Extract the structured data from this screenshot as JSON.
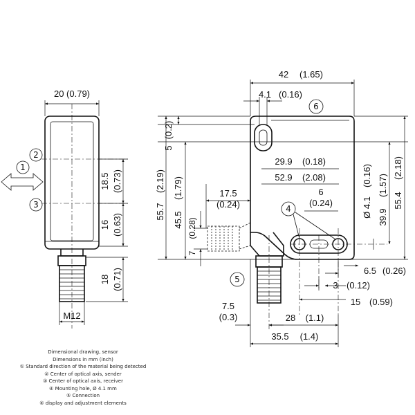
{
  "dimensions": {
    "width_front": "20 (0.79)",
    "height_upper": "18.5",
    "height_upper_in": "(0.73)",
    "height_lower": "16",
    "height_lower_in": "(0.63)",
    "connector_len": "18",
    "connector_len_in": "(0.71)",
    "thread": "M12",
    "depth_total": "42",
    "depth_total_in": "(1.65)",
    "d_4_1": "4.1",
    "d_4_1_in": "(0.16)",
    "d_5": "5",
    "d_5_in": "(0.2)",
    "h_55_7": "55.7",
    "h_55_7_in": "(2.19)",
    "h_45_5": "45.5",
    "h_45_5_in": "(1.79)",
    "d_29_9": "29.9",
    "d_29_9_in": "(0.18)",
    "d_52_9": "52.9",
    "d_52_9_in": "(2.08)",
    "d_17_5": "17.5",
    "d_17_5_in": "(0.24)",
    "d_6": "6",
    "d_6_in": "(0.24)",
    "d_7": "7",
    "d_7_in": "(0.28)",
    "hole_dia": "Ø 4.1",
    "hole_dia_in": "(0.16)",
    "h_39_9": "39.9",
    "h_39_9_in": "(1.57)",
    "h_55_4": "55.4",
    "h_55_4_in": "(2.18)",
    "d_6_5": "6.5",
    "d_6_5_in": "(0.26)",
    "d_3": "3",
    "d_3_in": "(0.12)",
    "d_15": "15",
    "d_15_in": "(0.59)",
    "d_7_5": "7.5",
    "d_7_5_in": "(0.3)",
    "d_28": "28",
    "d_28_in": "(1.1)",
    "d_35_5": "35.5",
    "d_35_5_in": "(1.4)"
  },
  "callouts": {
    "c1": "1",
    "c2": "2",
    "c3": "3",
    "c4": "4",
    "c5": "5",
    "c6": "6"
  },
  "legend": {
    "line1": "Dimensional drawing, sensor",
    "line2": "Dimensions in mm (inch)",
    "line3": "① Standard direction of the material being detected",
    "line4": "② Center of optical axis, sender",
    "line5": "③ Center of optical axis, receiver",
    "line6": "④ Mounting hole, Ø 4.1 mm",
    "line7": "⑤ Connection",
    "line8": "⑥ display and adjustment elements"
  }
}
